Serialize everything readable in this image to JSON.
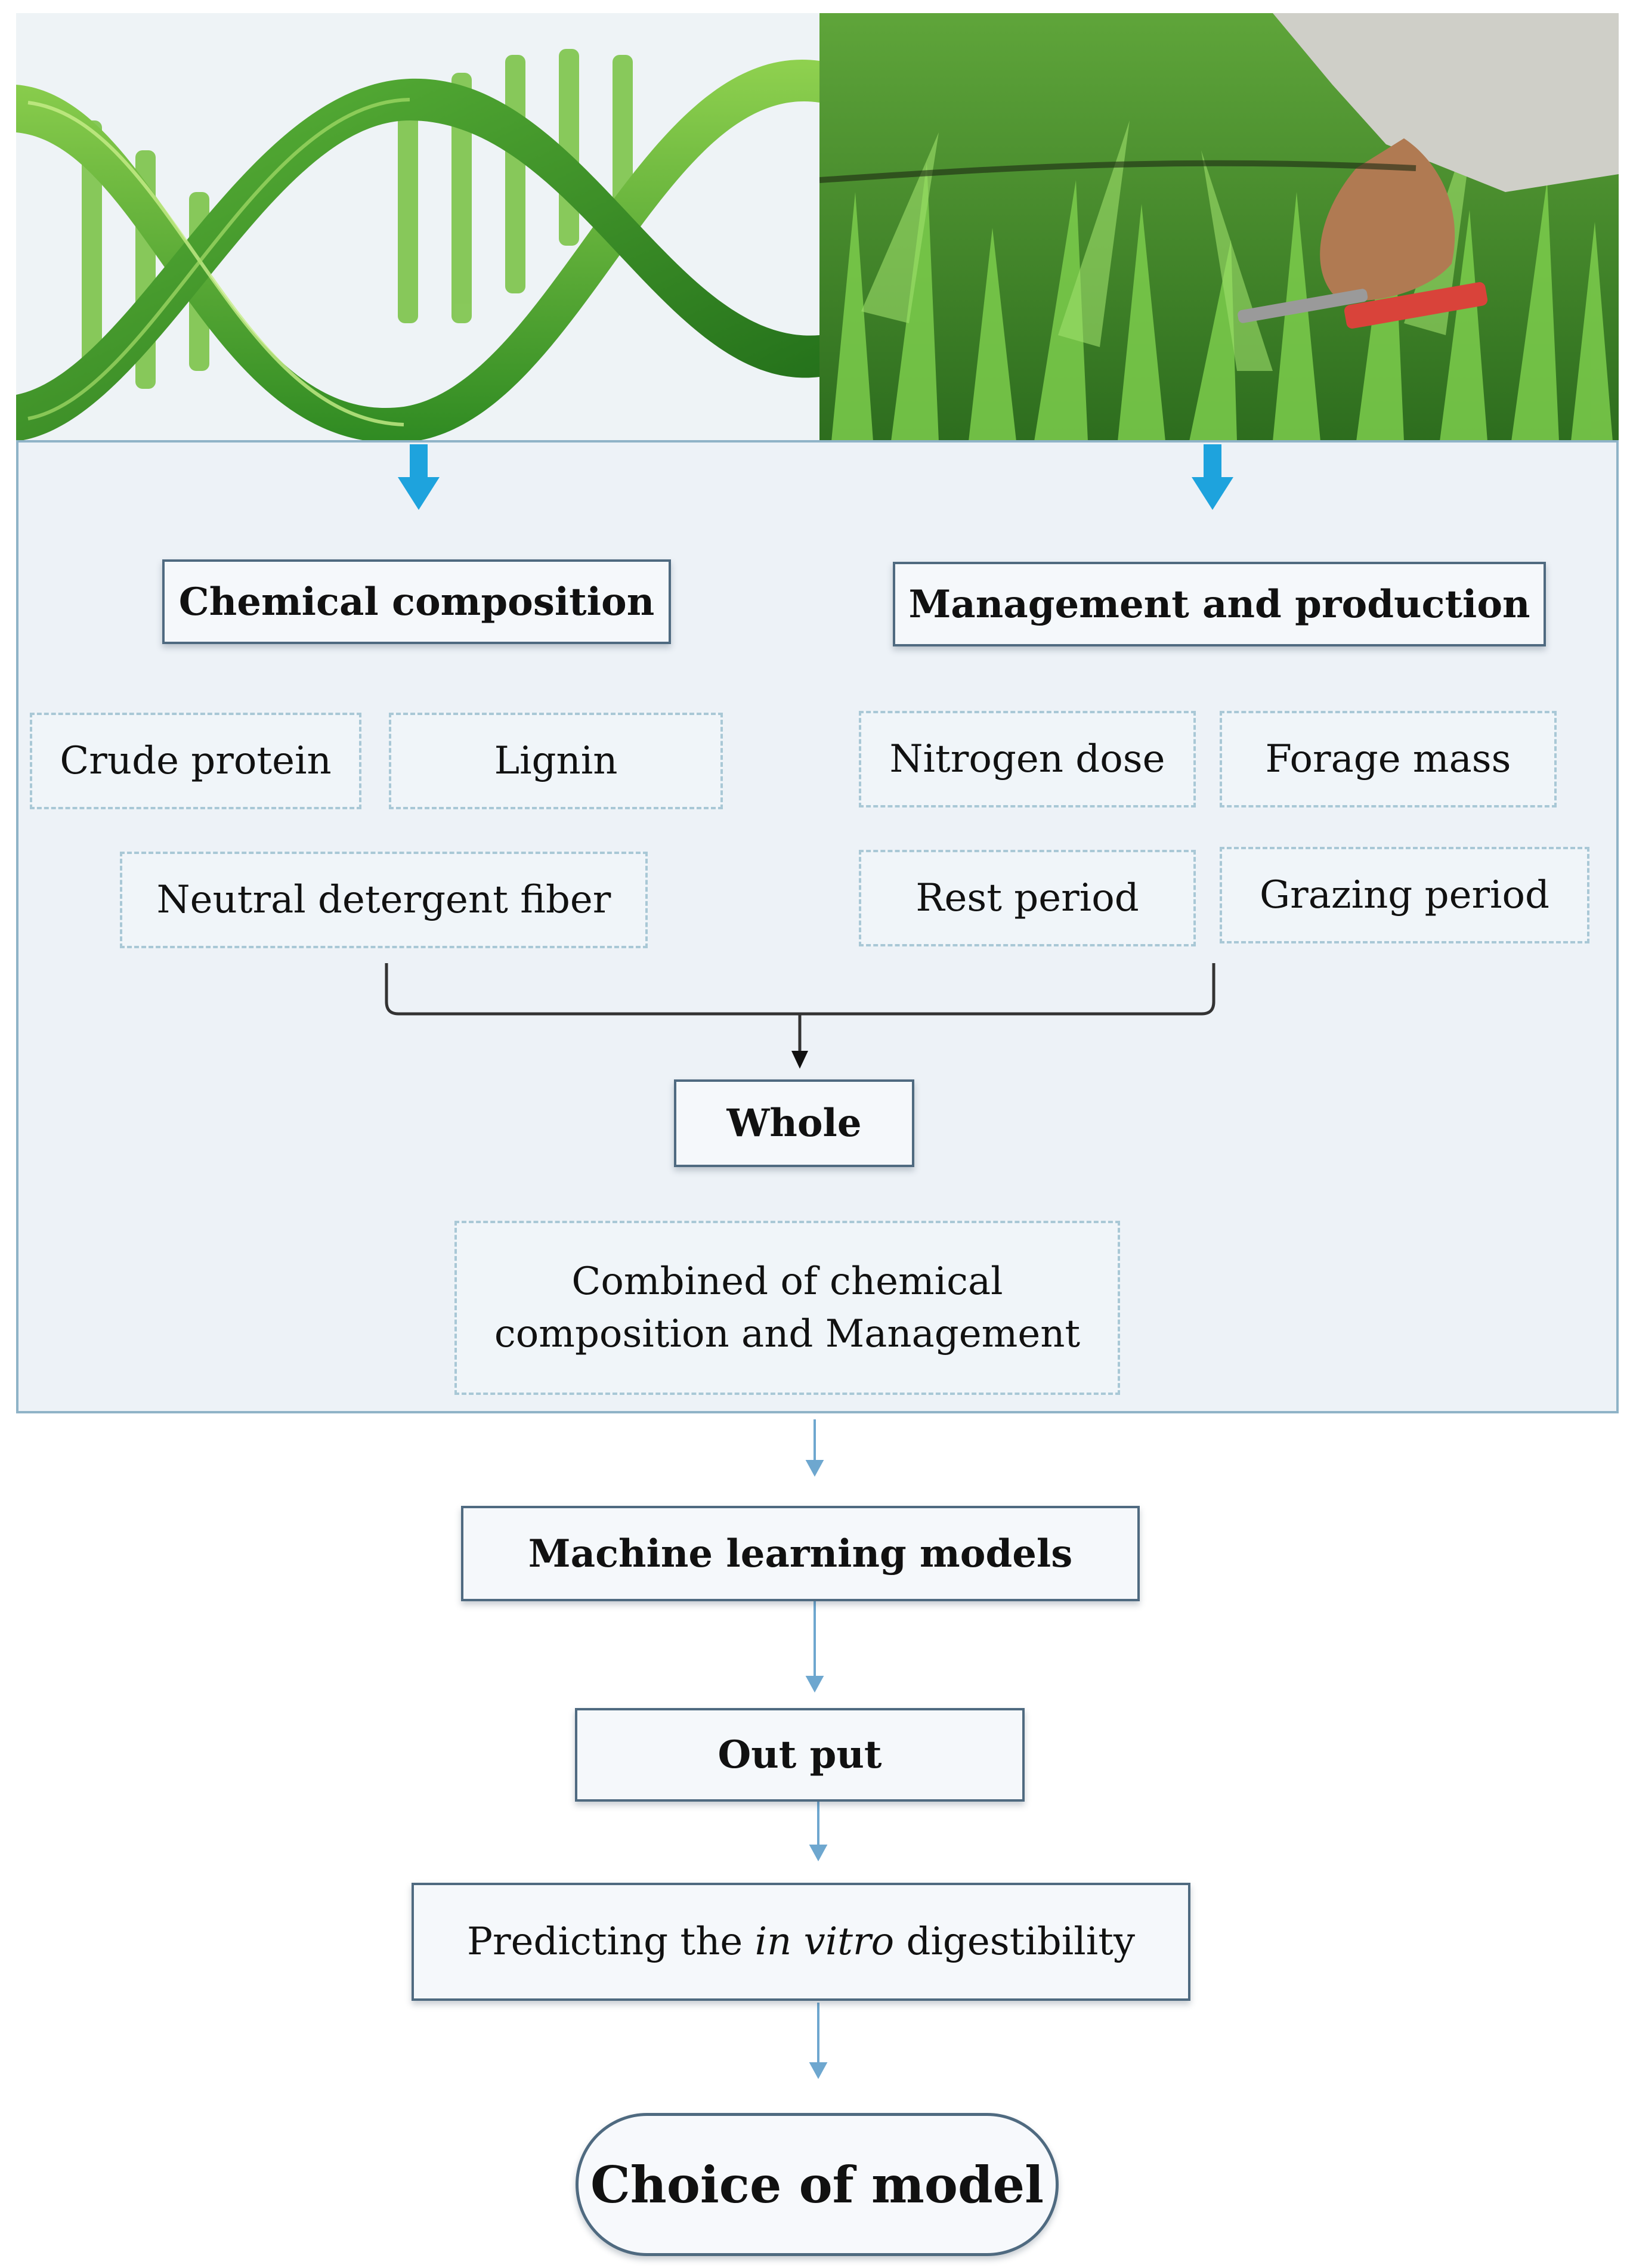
{
  "left_branch": {
    "title": "Chemical composition",
    "items": [
      "Crude protein",
      "Lignin",
      "Neutral detergent fiber"
    ]
  },
  "right_branch": {
    "title": "Management and production",
    "items": [
      "Nitrogen dose",
      "Forage mass",
      "Rest period",
      "Grazing period"
    ]
  },
  "whole": {
    "title": "Whole",
    "description_line1": "Combined of chemical",
    "description_line2": "composition and Management"
  },
  "steps": {
    "models": "Machine learning models",
    "output": "Out put",
    "predict_prefix": "Predicting the ",
    "predict_italic": "in vitro",
    "predict_suffix": " digestibility",
    "final": "Choice of model"
  },
  "colors": {
    "accent_arrow": "#1ea3dd",
    "box_border": "#4f6a80",
    "dashed_border": "#a9c8d6",
    "panel_bg": "#edf2f7"
  }
}
